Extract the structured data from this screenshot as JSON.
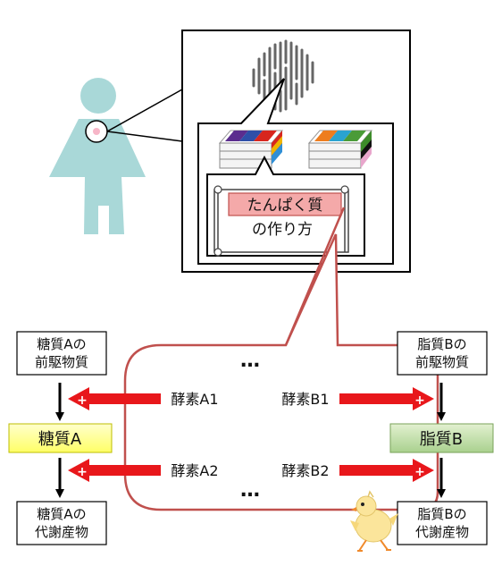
{
  "scroll_label": [
    "たんぱく質",
    "の作り方"
  ],
  "ellipsis": "…",
  "left": {
    "precursor": [
      "糖質Aの",
      "前駆物質"
    ],
    "main": "糖質A",
    "metabolite": [
      "糖質Aの",
      "代謝産物"
    ]
  },
  "right": {
    "precursor": [
      "脂質Bの",
      "前駆物質"
    ],
    "main": "脂質B",
    "metabolite": [
      "脂質Bの",
      "代謝産物"
    ]
  },
  "enzymes": {
    "a1": "酵素A1",
    "a2": "酵素A2",
    "b1": "酵素B1",
    "b2": "酵素B2"
  },
  "plus_sign": "+",
  "colors": {
    "person": "#a9d8d8",
    "enzyme_arrow": "#e8171b",
    "bubble_border": "#c0504d",
    "label_highlight": "#f4a9a9",
    "sugar_box": "#ffff99",
    "lipid_box": "#c2dfa0"
  }
}
